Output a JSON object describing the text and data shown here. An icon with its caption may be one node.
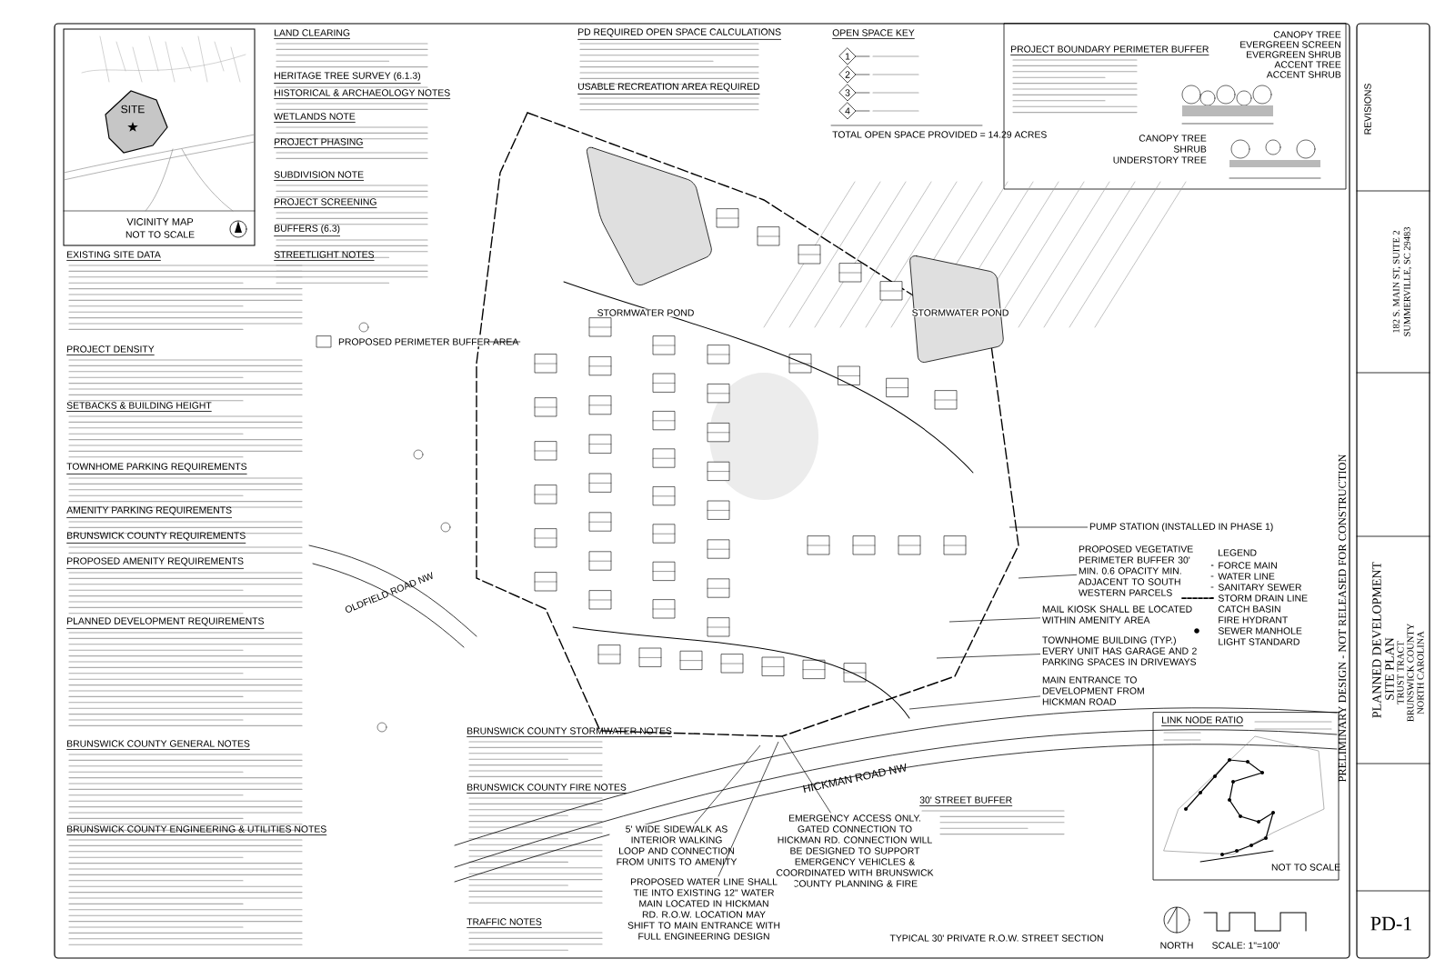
{
  "diagram": {
    "nodes": [
      {
        "text": [
          "PROPOSED PERIMETER BUFFER AREA"
        ]
      },
      {
        "text": [
          "PUMP STATION (INSTALLED IN PHASE 1)"
        ]
      },
      {
        "text": [
          "PROPOSED VEGETATIVE PERIMETER BUFFER 30' MIN. 0.6 OPACITY MIN. ADJACENT TO SOUTH WESTERN PARCELS"
        ]
      },
      {
        "text": [
          "MAIL KIOSK SHALL BE LOCATED WITHIN AMENITY AREA"
        ]
      },
      {
        "text": [
          "TOWNHOME BUILDING (TYP.) EVERY UNIT HAS GARAGE AND 2 PARKING SPACES IN DRIVEWAYS"
        ]
      },
      {
        "text": [
          "MAIN ENTRANCE TO DEVELOPMENT FROM HICKMAN ROAD"
        ]
      },
      {
        "text": [
          "EMERGENCY ACCESS ONLY. GATED CONNECTION TO HICKMAN RD. CONNECTION WILL BE DESIGNED TO SUPPORT EMERGENCY VEHICLES & COORDINATED WITH BRUNSWICK COUNTY PLANNING & FIRE"
        ]
      },
      {
        "text": [
          "5' WIDE SIDEWALK AS INTERIOR WALKING LOOP AND CONNECTION FROM UNITS TO AMENITY"
        ]
      },
      {
        "text": [
          "PROPOSED WATER LINE SHALL TIE INTO EXISTING 12\" WATER MAIN LOCATED IN HICKMAN RD. R.O.W. LOCATION MAY SHIFT TO MAIN ENTRANCE WITH FULL ENGINEERING DESIGN"
        ]
      }
    ],
    "edges": [
      {
        "from": 0,
        "to": null,
        "arrow": "none"
      },
      {
        "from": 1,
        "to": null,
        "arrow": "none"
      },
      {
        "from": 2,
        "to": null,
        "arrow": "none"
      },
      {
        "from": 3,
        "to": null,
        "arrow": "none"
      },
      {
        "from": 4,
        "to": null,
        "arrow": "none"
      },
      {
        "from": 5,
        "to": null,
        "arrow": "none"
      },
      {
        "from": 6,
        "to": null,
        "arrow": "none"
      },
      {
        "from": 7,
        "to": null,
        "arrow": "none"
      },
      {
        "from": 8,
        "to": null,
        "arrow": "none"
      }
    ],
    "labels": [
      "SITE",
      "VICINITY MAP",
      "NOT TO SCALE",
      "EXISTING SITE DATA",
      "PROJECT DENSITY",
      "SETBACKS & BUILDING HEIGHT",
      "TOWNHOME PARKING REQUIREMENTS",
      "AMENITY PARKING REQUIREMENTS",
      "BRUNSWICK COUNTY REQUIREMENTS",
      "PROPOSED AMENITY REQUIREMENTS",
      "PLANNED DEVELOPMENT REQUIREMENTS",
      "BRUNSWICK COUNTY GENERAL NOTES",
      "BRUNSWICK COUNTY ENGINEERING & UTILITIES NOTES",
      "LAND CLEARING",
      "HERITAGE TREE SURVEY (6.1.3)",
      "HISTORICAL & ARCHAEOLOGY NOTES",
      "WETLANDS NOTE",
      "PROJECT PHASING",
      "SUBDIVISION NOTE",
      "PROJECT SCREENING",
      "BUFFERS (6.3)",
      "STREETLIGHT NOTES",
      "PD REQUIRED OPEN SPACE CALCULATIONS",
      "USABLE RECREATION AREA REQUIRED",
      "OPEN SPACE KEY",
      "TOTAL OPEN SPACE PROVIDED = 14.29 ACRES",
      "PROJECT BOUNDARY PERIMETER BUFFER",
      "CANOPY TREE",
      "EVERGREEN SCREEN",
      "EVERGREEN SHRUB",
      "ACCENT TREE",
      "ACCENT SHRUB",
      "CANOPY TREE",
      "SHRUB",
      "UNDERSTORY TREE",
      "STORMWATER POND",
      "STORMWATER POND",
      "OLDFIELD ROAD NW",
      "HICKMAN ROAD NW",
      "BRUNSWICK COUNTY STORMWATER NOTES",
      "BRUNSWICK COUNTY FIRE NOTES",
      "TRAFFIC NOTES",
      "30' STREET BUFFER",
      "TYPICAL 30' PRIVATE R.O.W. STREET SECTION",
      "LINK NODE RATIO",
      "NOT TO SCALE",
      "LEGEND",
      "NORTH",
      "SCALE: 1\"=100'",
      "PRELIMINARY DESIGN - NOT RELEASED FOR CONSTRUCTION",
      "PLANNED DEVELOPMENT",
      "SITE PLAN",
      "TRUST TRACT",
      "BRUNSWICK COUNTY",
      "NORTH CAROLINA",
      "PD-1",
      "REVISIONS",
      "182 S. MAIN ST, SUITE 2",
      "SUMMERVILLE, SC 29483",
      "1",
      "2",
      "3",
      "4"
    ],
    "legend": [
      {
        "text": "FORCE MAIN"
      },
      {
        "text": "WATER LINE"
      },
      {
        "text": "SANITARY SEWER"
      },
      {
        "text": "STORM DRAIN LINE"
      },
      {
        "text": "CATCH BASIN"
      },
      {
        "text": "FIRE HYDRANT"
      },
      {
        "text": "SEWER MANHOLE"
      },
      {
        "text": "LIGHT STANDARD"
      }
    ]
  }
}
